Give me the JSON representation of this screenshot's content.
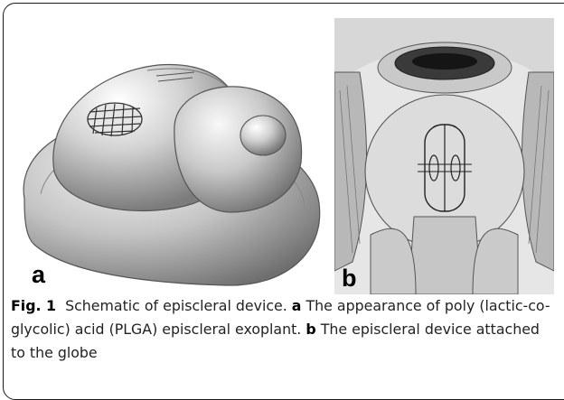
{
  "figure": {
    "panel_a_label": "a",
    "panel_b_label": "b",
    "caption": {
      "fig_label": "Fig. 1",
      "title": "Schematic of episcleral device.",
      "part_a_label": "a",
      "part_a_text": "The appearance of poly (lactic-co-glycolic) acid (PLGA) episcleral exoplant.",
      "part_b_label": "b",
      "part_b_text": "The episcleral device attached to the globe"
    }
  }
}
